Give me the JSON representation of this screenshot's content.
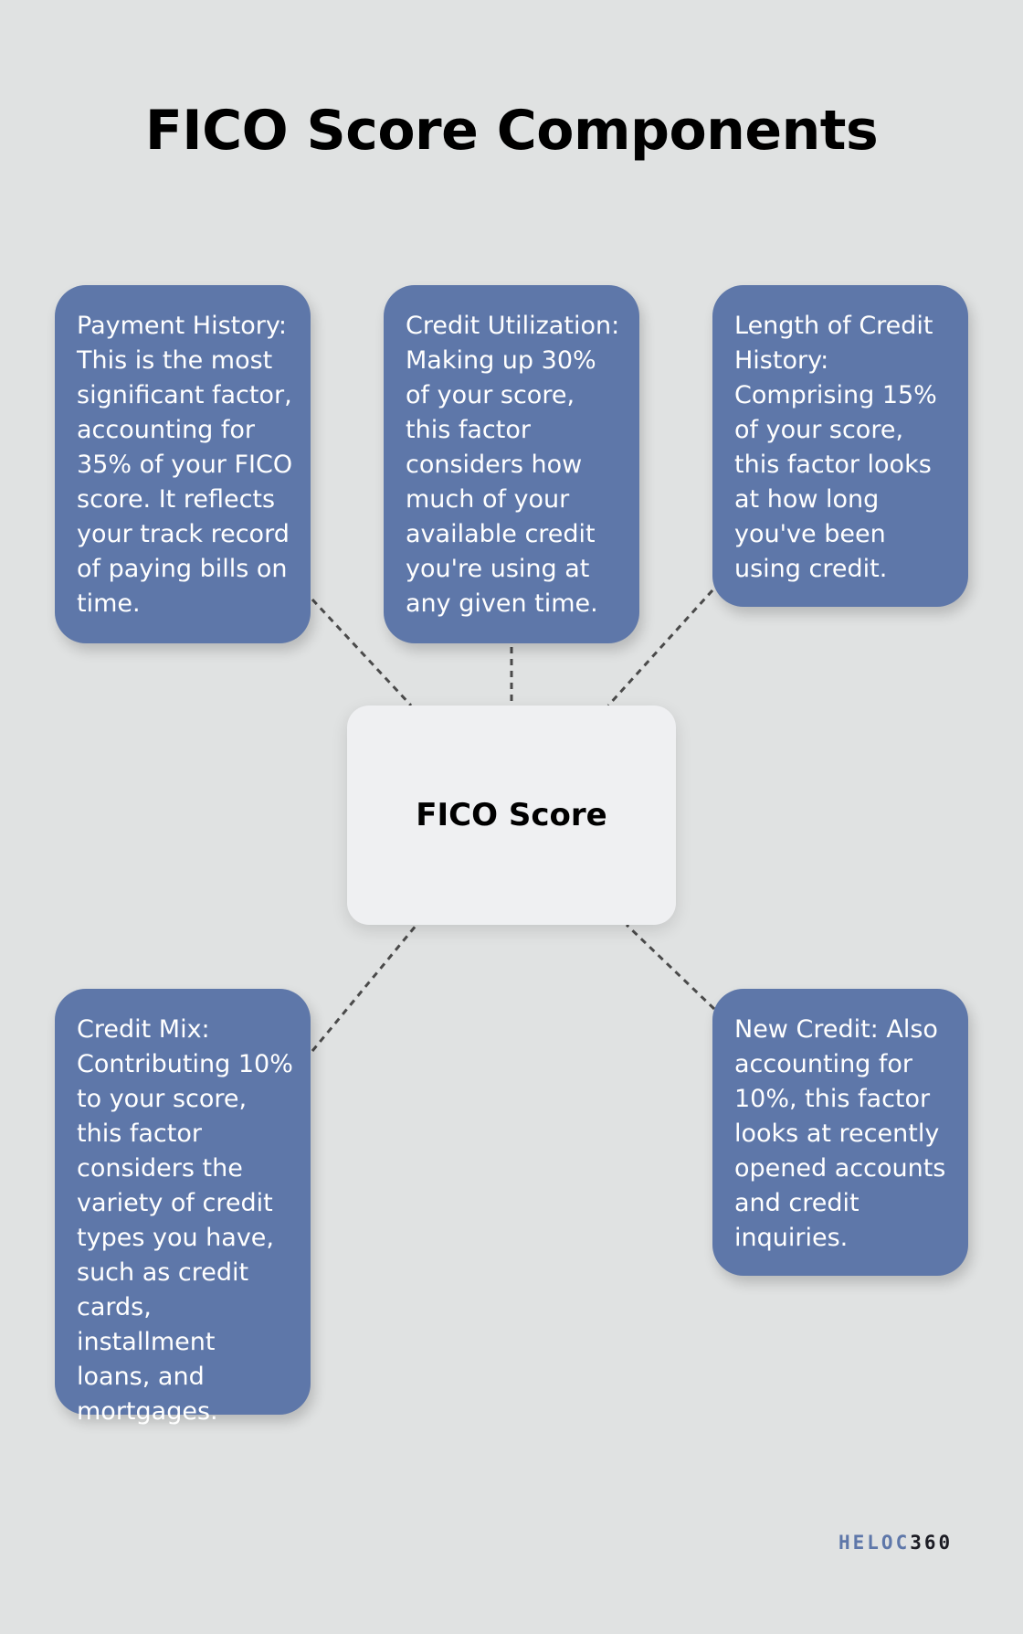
{
  "title": "FICO Score Components",
  "center": {
    "label": "FICO Score"
  },
  "components": [
    {
      "id": "payment-history",
      "text": "Payment History: This is the most significant factor, accounting for 35% of your FICO score. It reflects your track record of paying bills on time."
    },
    {
      "id": "credit-utilization",
      "text": "Credit Utilization: Making up 30% of your score, this factor considers how much of your available credit you're using at any given time."
    },
    {
      "id": "length-of-credit-history",
      "text": "Length of Credit History: Comprising 15% of your score, this factor looks at how long you've been using credit."
    },
    {
      "id": "credit-mix",
      "text": "Credit Mix: Contributing 10% to your score, this factor considers the variety of credit types you have, such as credit cards, installment loans, and mortgages."
    },
    {
      "id": "new-credit",
      "text": "New Credit: Also accounting for 10%, this factor looks at recently opened accounts and credit inquiries."
    }
  ],
  "logo": {
    "part1": "HELOC",
    "part2": "360"
  },
  "colors": {
    "background": "#e0e2e2",
    "card": "#5e77a9",
    "center_box": "#eff0f2",
    "connector": "#4a4a4a"
  }
}
